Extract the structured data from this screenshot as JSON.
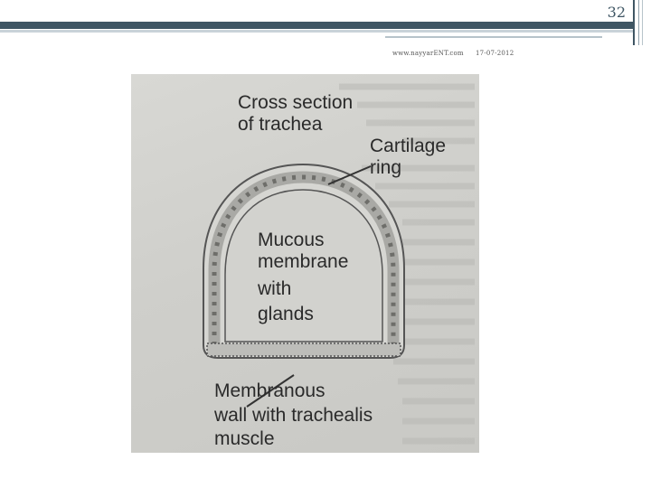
{
  "slide": {
    "number": "32"
  },
  "footer": {
    "site": "www.nayyarENT.com",
    "date": "17-07-2012"
  },
  "diagram": {
    "title_line1": "Cross section",
    "title_line2": "of trachea",
    "cartilage_line1": "Cartilage",
    "cartilage_line2": "ring",
    "mucous_line1": "Mucous",
    "mucous_line2": "membrane",
    "mucous_line3": "with",
    "mucous_line4": "glands",
    "wall_line1": "Membranous",
    "wall_line2": "wall with trachealis",
    "wall_line3": "muscle"
  },
  "colors": {
    "band": "#3f5664",
    "photo_bg": "#cfcfcb",
    "ink": "#2a2a2a"
  }
}
